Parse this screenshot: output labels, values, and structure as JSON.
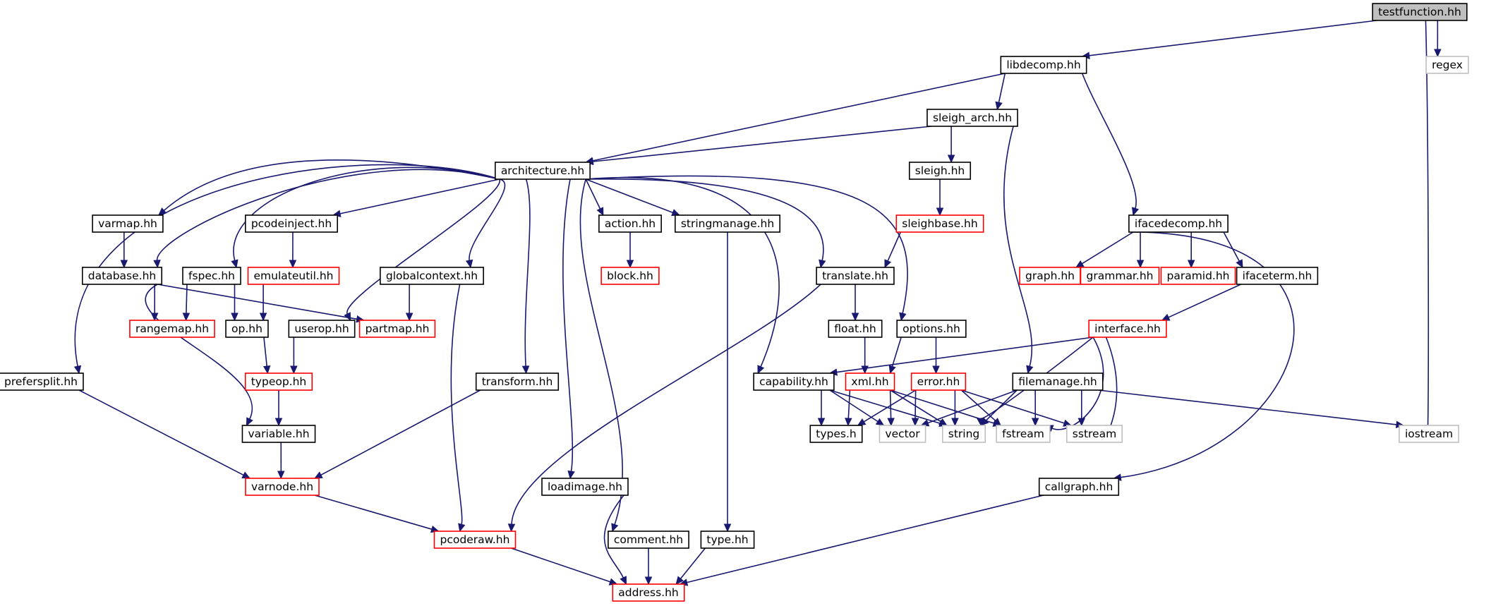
{
  "colors": {
    "edge": "#191970",
    "normal_border": "#000000",
    "truncated_border": "#ff0000",
    "external_border": "#bfbfbf",
    "root_fill": "#bfbfbf",
    "text": "#000000"
  },
  "nodes": [
    {
      "id": "testfunction",
      "label": "testfunction.hh",
      "style": "root"
    },
    {
      "id": "libdecomp",
      "label": "libdecomp.hh",
      "style": "normal"
    },
    {
      "id": "regex",
      "label": "regex",
      "style": "external"
    },
    {
      "id": "sleigh_arch",
      "label": "sleigh_arch.hh",
      "style": "normal"
    },
    {
      "id": "architecture",
      "label": "architecture.hh",
      "style": "normal"
    },
    {
      "id": "sleigh",
      "label": "sleigh.hh",
      "style": "normal"
    },
    {
      "id": "varmap",
      "label": "varmap.hh",
      "style": "normal"
    },
    {
      "id": "pcodeinject",
      "label": "pcodeinject.hh",
      "style": "normal"
    },
    {
      "id": "action",
      "label": "action.hh",
      "style": "normal"
    },
    {
      "id": "stringmanage",
      "label": "stringmanage.hh",
      "style": "normal"
    },
    {
      "id": "sleighbase",
      "label": "sleighbase.hh",
      "style": "truncated"
    },
    {
      "id": "ifacedecomp",
      "label": "ifacedecomp.hh",
      "style": "normal"
    },
    {
      "id": "database",
      "label": "database.hh",
      "style": "normal"
    },
    {
      "id": "fspec",
      "label": "fspec.hh",
      "style": "normal"
    },
    {
      "id": "emulateutil",
      "label": "emulateutil.hh",
      "style": "truncated"
    },
    {
      "id": "globalcontext",
      "label": "globalcontext.hh",
      "style": "normal"
    },
    {
      "id": "block",
      "label": "block.hh",
      "style": "truncated"
    },
    {
      "id": "translate",
      "label": "translate.hh",
      "style": "normal"
    },
    {
      "id": "graph",
      "label": "graph.hh",
      "style": "truncated"
    },
    {
      "id": "grammar",
      "label": "grammar.hh",
      "style": "truncated"
    },
    {
      "id": "paramid",
      "label": "paramid.hh",
      "style": "truncated"
    },
    {
      "id": "ifaceterm",
      "label": "ifaceterm.hh",
      "style": "normal"
    },
    {
      "id": "rangemap",
      "label": "rangemap.hh",
      "style": "truncated"
    },
    {
      "id": "op",
      "label": "op.hh",
      "style": "normal"
    },
    {
      "id": "userop",
      "label": "userop.hh",
      "style": "normal"
    },
    {
      "id": "partmap",
      "label": "partmap.hh",
      "style": "truncated"
    },
    {
      "id": "float",
      "label": "float.hh",
      "style": "normal"
    },
    {
      "id": "options",
      "label": "options.hh",
      "style": "normal"
    },
    {
      "id": "interface",
      "label": "interface.hh",
      "style": "truncated"
    },
    {
      "id": "prefersplit",
      "label": "prefersplit.hh",
      "style": "normal"
    },
    {
      "id": "typeop",
      "label": "typeop.hh",
      "style": "truncated"
    },
    {
      "id": "transform",
      "label": "transform.hh",
      "style": "normal"
    },
    {
      "id": "capability",
      "label": "capability.hh",
      "style": "normal"
    },
    {
      "id": "xml",
      "label": "xml.hh",
      "style": "truncated"
    },
    {
      "id": "error",
      "label": "error.hh",
      "style": "truncated"
    },
    {
      "id": "filemanage",
      "label": "filemanage.hh",
      "style": "normal"
    },
    {
      "id": "variable",
      "label": "variable.hh",
      "style": "normal"
    },
    {
      "id": "types",
      "label": "types.h",
      "style": "normal"
    },
    {
      "id": "vector",
      "label": "vector",
      "style": "external"
    },
    {
      "id": "string",
      "label": "string",
      "style": "external"
    },
    {
      "id": "fstream",
      "label": "fstream",
      "style": "external"
    },
    {
      "id": "sstream",
      "label": "sstream",
      "style": "external"
    },
    {
      "id": "iostream",
      "label": "iostream",
      "style": "external"
    },
    {
      "id": "varnode",
      "label": "varnode.hh",
      "style": "truncated"
    },
    {
      "id": "loadimage",
      "label": "loadimage.hh",
      "style": "normal"
    },
    {
      "id": "callgraph",
      "label": "callgraph.hh",
      "style": "normal"
    },
    {
      "id": "pcoderaw",
      "label": "pcoderaw.hh",
      "style": "truncated"
    },
    {
      "id": "comment",
      "label": "comment.hh",
      "style": "normal"
    },
    {
      "id": "type",
      "label": "type.hh",
      "style": "normal"
    },
    {
      "id": "address",
      "label": "address.hh",
      "style": "truncated"
    }
  ],
  "edges": [
    [
      "testfunction",
      "libdecomp"
    ],
    [
      "testfunction",
      "regex"
    ],
    [
      "testfunction",
      "iostream"
    ],
    [
      "libdecomp",
      "architecture"
    ],
    [
      "libdecomp",
      "sleigh_arch"
    ],
    [
      "libdecomp",
      "ifacedecomp"
    ],
    [
      "sleigh_arch",
      "architecture"
    ],
    [
      "sleigh_arch",
      "sleigh"
    ],
    [
      "sleigh_arch",
      "filemanage"
    ],
    [
      "sleigh",
      "sleighbase"
    ],
    [
      "sleighbase",
      "translate"
    ],
    [
      "architecture",
      "varmap"
    ],
    [
      "architecture",
      "database"
    ],
    [
      "architecture",
      "fspec"
    ],
    [
      "architecture",
      "prefersplit"
    ],
    [
      "architecture",
      "pcodeinject"
    ],
    [
      "architecture",
      "userop"
    ],
    [
      "architecture",
      "globalcontext"
    ],
    [
      "architecture",
      "transform"
    ],
    [
      "architecture",
      "loadimage"
    ],
    [
      "architecture",
      "comment"
    ],
    [
      "architecture",
      "action"
    ],
    [
      "architecture",
      "stringmanage"
    ],
    [
      "architecture",
      "translate"
    ],
    [
      "architecture",
      "capability"
    ],
    [
      "architecture",
      "options"
    ],
    [
      "varmap",
      "database"
    ],
    [
      "database",
      "rangemap"
    ],
    [
      "database",
      "partmap"
    ],
    [
      "database",
      "variable"
    ],
    [
      "fspec",
      "rangemap"
    ],
    [
      "fspec",
      "op"
    ],
    [
      "pcodeinject",
      "emulateutil"
    ],
    [
      "emulateutil",
      "op"
    ],
    [
      "op",
      "typeop"
    ],
    [
      "userop",
      "typeop"
    ],
    [
      "typeop",
      "variable"
    ],
    [
      "variable",
      "varnode"
    ],
    [
      "prefersplit",
      "varnode"
    ],
    [
      "transform",
      "varnode"
    ],
    [
      "varnode",
      "pcoderaw"
    ],
    [
      "globalcontext",
      "partmap"
    ],
    [
      "globalcontext",
      "pcoderaw"
    ],
    [
      "action",
      "block"
    ],
    [
      "stringmanage",
      "type"
    ],
    [
      "type",
      "address"
    ],
    [
      "translate",
      "float"
    ],
    [
      "translate",
      "pcoderaw"
    ],
    [
      "float",
      "xml"
    ],
    [
      "options",
      "xml"
    ],
    [
      "options",
      "error"
    ],
    [
      "xml",
      "types"
    ],
    [
      "xml",
      "vector"
    ],
    [
      "xml",
      "string"
    ],
    [
      "xml",
      "fstream"
    ],
    [
      "error",
      "types"
    ],
    [
      "error",
      "vector"
    ],
    [
      "error",
      "string"
    ],
    [
      "error",
      "fstream"
    ],
    [
      "error",
      "sstream"
    ],
    [
      "capability",
      "types"
    ],
    [
      "capability",
      "vector"
    ],
    [
      "capability",
      "string"
    ],
    [
      "filemanage",
      "vector"
    ],
    [
      "filemanage",
      "string"
    ],
    [
      "filemanage",
      "fstream"
    ],
    [
      "filemanage",
      "sstream"
    ],
    [
      "filemanage",
      "iostream"
    ],
    [
      "ifacedecomp",
      "graph"
    ],
    [
      "ifacedecomp",
      "grammar"
    ],
    [
      "ifacedecomp",
      "paramid"
    ],
    [
      "ifacedecomp",
      "ifaceterm"
    ],
    [
      "ifacedecomp",
      "callgraph"
    ],
    [
      "ifaceterm",
      "interface"
    ],
    [
      "interface",
      "capability"
    ],
    [
      "interface",
      "string"
    ],
    [
      "interface",
      "fstream"
    ],
    [
      "interface",
      "sstream"
    ],
    [
      "callgraph",
      "address"
    ],
    [
      "pcoderaw",
      "address"
    ],
    [
      "loadimage",
      "address"
    ],
    [
      "comment",
      "address"
    ]
  ]
}
